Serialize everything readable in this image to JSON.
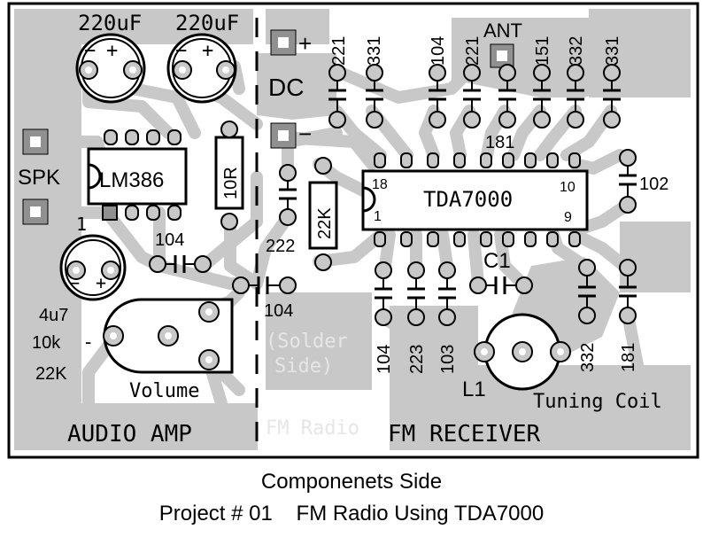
{
  "board": {
    "capacitors_top": {
      "c1": "220uF",
      "c2": "220uF"
    },
    "polarity": {
      "minus": "−",
      "plus": "+"
    },
    "dc": {
      "label": "DC",
      "plus": "+",
      "minus": "−"
    },
    "ant": "ANT",
    "spk": "SPK",
    "lm386": "LM386",
    "r10": "10R",
    "r22k": "22K",
    "tda": {
      "name": "TDA7000",
      "pin18": "18",
      "pin1": "1",
      "pin10": "10",
      "pin9": "9"
    },
    "c_top_labels": [
      "221",
      "331",
      "104",
      "221",
      "151",
      "332",
      "331"
    ],
    "c181_top": "181",
    "c102": "102",
    "c222": "222",
    "c104_amp": "104",
    "c104_mid": "104",
    "c1_label": "C1",
    "c_bottom_labels": [
      "104",
      "223",
      "103",
      "332",
      "181"
    ],
    "amp_cap": {
      "pin": "1",
      "value": "4u7"
    },
    "pot": {
      "minus": "-",
      "v1": "10k",
      "v2": "22K",
      "label": "Volume"
    },
    "l1": {
      "label": "L1",
      "name": "Tuning Coil"
    },
    "solder_side": {
      "line1": "(Solder",
      "line2": "Side)"
    },
    "fm_radio_mirror": "FM Radio",
    "sections": {
      "amp": "AUDIO AMP",
      "rx": "FM RECEIVER"
    }
  },
  "caption": {
    "line1": "Componenets Side",
    "line2": "Project # 01    FM Radio Using TDA7000"
  },
  "colors": {
    "copper": "#c8c8c8",
    "board": "#ffffff",
    "ink": "#000000",
    "ghost": "#e6e6e6"
  }
}
